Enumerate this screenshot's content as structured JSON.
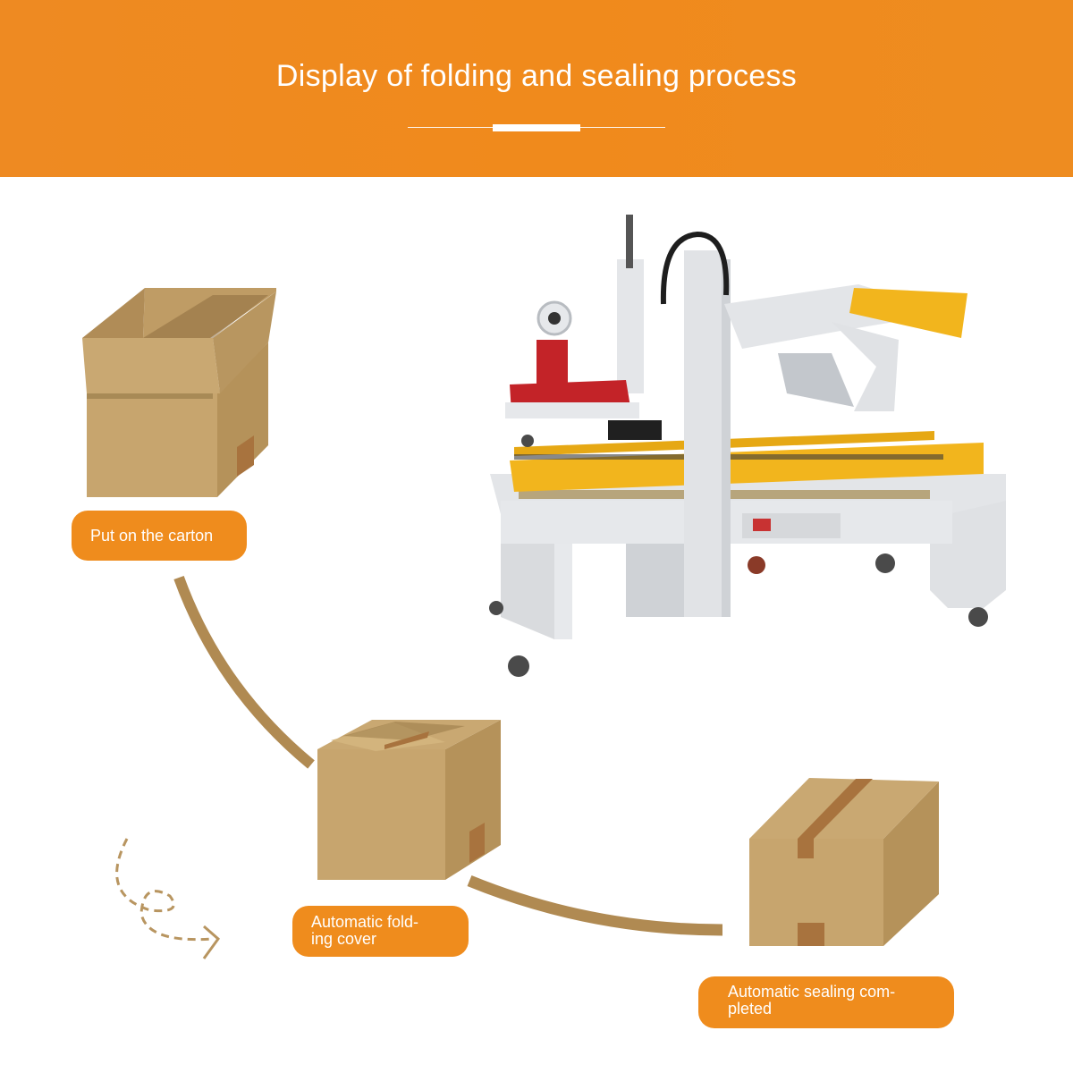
{
  "header": {
    "title": "Display of folding and sealing process"
  },
  "steps": [
    {
      "label": "Put on the carton"
    },
    {
      "line1": "Automatic fold-",
      "line2": "ing cover"
    },
    {
      "line1": "Automatic sealing com-",
      "line2": "pleted"
    }
  ],
  "colors": {
    "accent": "#ef8c1d",
    "cardboard": "#c7a56e",
    "tape": "#a8733e",
    "path": "#b08a52",
    "machine_frame": "#e3e5e8",
    "machine_rail": "#f2b51d"
  },
  "icons": [
    "open-carton-icon",
    "folding-carton-icon",
    "sealed-carton-icon",
    "case-sealing-machine",
    "dashed-arrow-icon"
  ]
}
